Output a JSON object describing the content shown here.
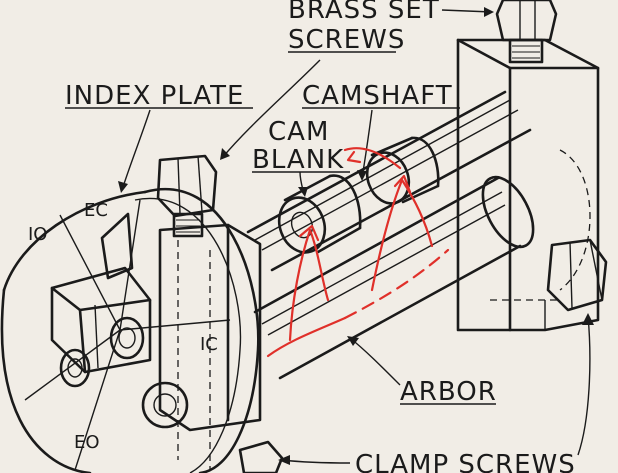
{
  "labels": {
    "brass_set_screws_line1": "BRASS SET",
    "brass_set_screws_line2": "SCREWS",
    "index_plate": "INDEX PLATE",
    "camshaft": "CAMSHAFT",
    "cam_blank_line1": "CAM",
    "cam_blank_line2": "BLANK",
    "arbor": "ARBOR",
    "clamp_screws": "CLAMP SCREWS"
  },
  "index_marks": {
    "io": "IO",
    "ec": "EC",
    "ic": "IC",
    "eo": "EO"
  },
  "colors": {
    "ink": "#1b1b1b",
    "paper": "#f1ede6",
    "annotation": "#e0302a"
  }
}
